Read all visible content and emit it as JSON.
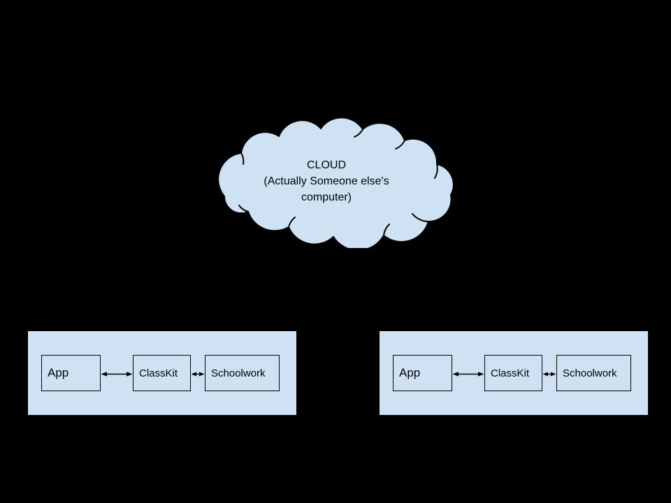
{
  "slide": {
    "background_color": "#000000"
  },
  "colors": {
    "shape_fill": "#cfe2f3",
    "shape_stroke": "#000000",
    "text": "#000000"
  },
  "cloud": {
    "shape": "cloud",
    "label": "CLOUD\n(Actually Someone else's\ncomputer)"
  },
  "groups": [
    {
      "id": "left-device",
      "boxes": [
        {
          "label": "App"
        },
        {
          "label": "ClassKit"
        },
        {
          "label": "Schoolwork"
        }
      ],
      "arrows": [
        {
          "between": [
            "App",
            "ClassKit"
          ],
          "style": "double-headed"
        },
        {
          "between": [
            "ClassKit",
            "Schoolwork"
          ],
          "style": "double-headed"
        }
      ]
    },
    {
      "id": "right-device",
      "boxes": [
        {
          "label": "App"
        },
        {
          "label": "ClassKit"
        },
        {
          "label": "Schoolwork"
        }
      ],
      "arrows": [
        {
          "between": [
            "App",
            "ClassKit"
          ],
          "style": "double-headed"
        },
        {
          "between": [
            "ClassKit",
            "Schoolwork"
          ],
          "style": "double-headed"
        }
      ]
    }
  ]
}
